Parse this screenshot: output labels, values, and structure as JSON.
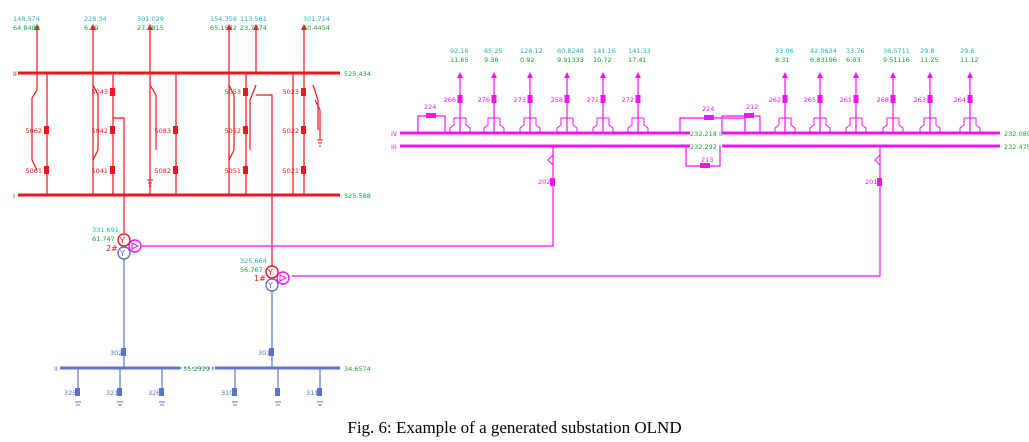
{
  "caption": "Fig. 6: Example of a generated substation OLND",
  "colors": {
    "red": "#f0141e",
    "magenta": "#ee14ee",
    "blue": "#5b74c9",
    "teal": "#20b6b6",
    "green": "#1a9e3a"
  },
  "buses": {
    "hv_top": {
      "roman": "II",
      "value": "525.434"
    },
    "hv_bot": {
      "roman": "I",
      "value": "525.588"
    },
    "mv_iv": {
      "roman": "IV",
      "value": "232.218 II",
      "value_right": "232.089"
    },
    "mv_iii": {
      "roman": "III",
      "value": "232.292 I",
      "value_right": "232.475"
    },
    "lv_ii": {
      "roman": "II",
      "value": "35.2519 I"
    },
    "lv_i": {
      "value": "34.6574"
    }
  },
  "hv_feeders": [
    {
      "p": "148.574",
      "q": "64.8488"
    },
    {
      "p": "228.34",
      "q": "6.09"
    },
    {
      "p": "301.029",
      "q": "27.7815"
    },
    {
      "p": "154.358",
      "q": "65.1532"
    },
    {
      "p": "113.561",
      "q": "23.7474"
    },
    {
      "p": "301.714",
      "q": "30.4454"
    }
  ],
  "hv_breakers": [
    "5043",
    "5042",
    "5041",
    "5062",
    "5061",
    "5083",
    "5082",
    "5053",
    "5052",
    "5051",
    "5023",
    "5022",
    "5021"
  ],
  "mv_feeders": [
    {
      "p": "92.16",
      "q": "11.65",
      "name": "266"
    },
    {
      "p": "65.25",
      "q": "9.38",
      "name": "276"
    },
    {
      "p": "128.12",
      "q": "0.92",
      "name": "273"
    },
    {
      "p": "60.8248",
      "q": "9.91333",
      "name": "258"
    },
    {
      "p": "141.16",
      "q": "10.72",
      "name": "271"
    },
    {
      "p": "141.33",
      "q": "17.41",
      "name": "272"
    },
    {
      "p": "33.06",
      "q": "8.31",
      "name": "262"
    },
    {
      "p": "42.0634",
      "q": "6.83196",
      "name": "265"
    },
    {
      "p": "33.76",
      "q": "6.03",
      "name": "261"
    },
    {
      "p": "36.5711",
      "q": "9.51116",
      "name": "268"
    },
    {
      "p": "29.8",
      "q": "11.25",
      "name": "263"
    },
    {
      "p": "29.6",
      "q": "11.12",
      "name": "264"
    }
  ],
  "mv_breakers": {
    "b224a": "224",
    "b224b": "224",
    "b212": "212",
    "b213": "213",
    "b202": "202",
    "b201": "201"
  },
  "transformers": {
    "t2": {
      "name": "2#",
      "p": "331.691",
      "q": "61.747"
    },
    "t1": {
      "name": "1#",
      "p": "325.664",
      "q": "56.767"
    }
  },
  "lv_breakers": {
    "b302": "302",
    "b301": "301",
    "b325": "325",
    "b321": "321",
    "b326": "326",
    "b310": "310",
    "b311": "311"
  }
}
